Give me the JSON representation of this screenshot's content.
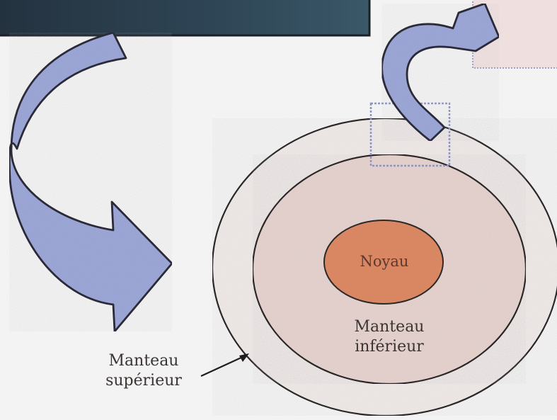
{
  "diagram": {
    "core_label": "Noyau",
    "lower_mantle_label": [
      "Manteau",
      "inférieur"
    ],
    "upper_mantle_label": [
      "Manteau",
      "supérieur"
    ]
  },
  "colors": {
    "background": "#f4f3f3",
    "title_bar": "#2b3f4f",
    "arrow_fill": "#9da8d8",
    "arrow_stroke": "#2a2c3a",
    "upper_mantle_fill": "#efe9e8",
    "lower_mantle_fill": "#e6d3cf",
    "core_fill": "#d98662",
    "pink_box": "#efe0df"
  }
}
